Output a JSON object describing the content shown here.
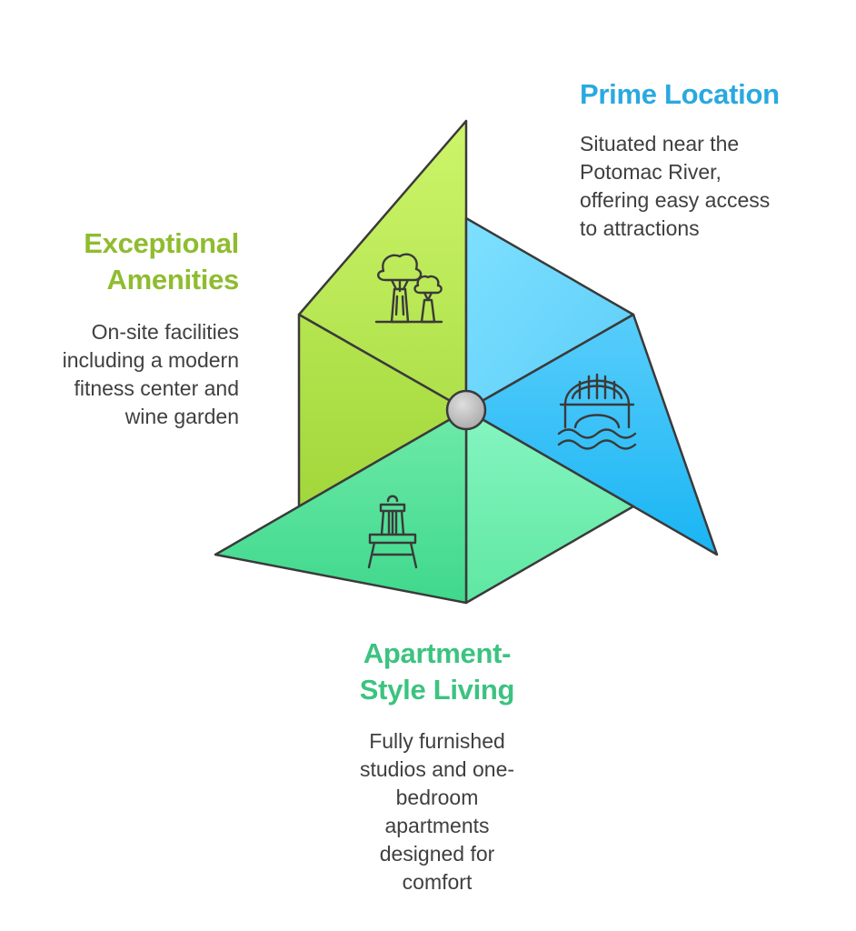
{
  "colors": {
    "prime": "#2aa9e0",
    "amenities": "#8fbc2f",
    "apartment": "#3cc380",
    "outline": "#3a3a3a",
    "hub": "#bdbdbd"
  },
  "sections": {
    "prime": {
      "title": "Prime Location",
      "desc_lines": [
        "Situated near the",
        "Potomac River,",
        "offering easy access",
        "to attractions"
      ],
      "icon": "bridge-river-icon"
    },
    "amenities": {
      "title_lines": [
        "Exceptional",
        "Amenities"
      ],
      "desc_lines": [
        "On-site facilities",
        "including a modern",
        "fitness center and",
        "wine garden"
      ],
      "icon": "trees-icon"
    },
    "apartment": {
      "title_lines": [
        "Apartment-",
        "Style Living"
      ],
      "desc_lines": [
        "Fully furnished",
        "studios and one-",
        "bedroom",
        "apartments",
        "designed for",
        "comfort"
      ],
      "icon": "chair-icon"
    }
  }
}
